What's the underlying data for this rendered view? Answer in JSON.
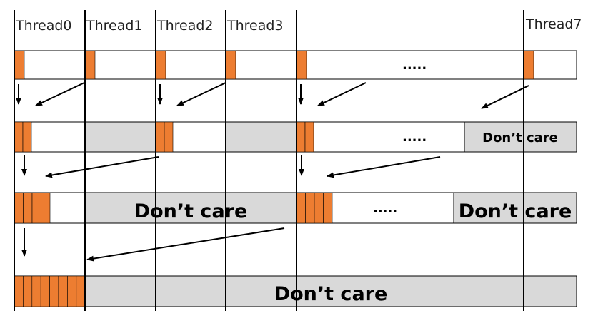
{
  "threads": {
    "labels": [
      "Thread0",
      "Thread1",
      "Thread2",
      "Thread3",
      "Thread7"
    ]
  },
  "ellipsis": ".....",
  "dont_care": "Don’t care",
  "colors": {
    "active": "#ED7D31",
    "idle": "#D9D9D9",
    "empty": "#FFFFFF",
    "line": "#000000"
  },
  "stages": [
    {
      "stage": 1,
      "elements_per_segment": 1,
      "active_segments": 8
    },
    {
      "stage": 2,
      "elements_per_segment": 2,
      "active_segments": 4
    },
    {
      "stage": 3,
      "elements_per_segment": 4,
      "active_segments": 2
    },
    {
      "stage": 4,
      "elements_per_segment": 8,
      "active_segments": 1
    }
  ]
}
